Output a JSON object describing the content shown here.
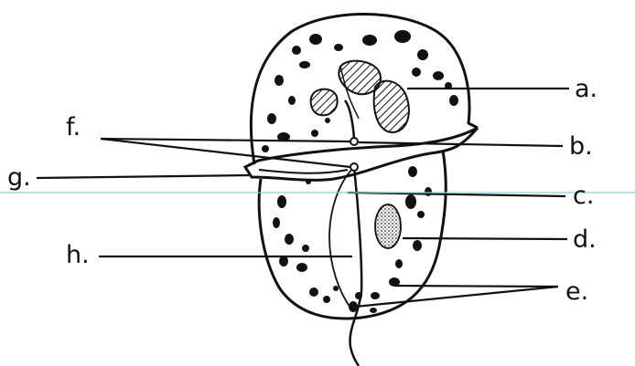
{
  "labels": {
    "a": "a.",
    "b": "b.",
    "c": "c.",
    "d": "d.",
    "e": "e.",
    "f": "f.",
    "g": "g.",
    "h": "h."
  },
  "colors": {
    "ink": "#111111",
    "paper": "#ffffff",
    "guide_line": "#7fd6dc"
  }
}
